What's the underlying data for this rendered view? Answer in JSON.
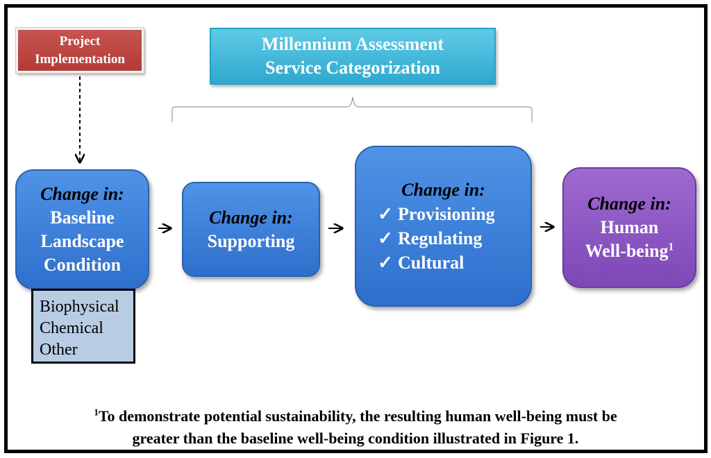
{
  "project": {
    "line1": "Project",
    "line2": "Implementation"
  },
  "ma": {
    "line1": "Millennium Assessment",
    "line2": "Service Categorization"
  },
  "box1": {
    "heading": "Change in:",
    "lines": [
      "Baseline",
      "Landscape",
      "Condition"
    ]
  },
  "box2": {
    "heading": "Change in:",
    "lines": [
      "Supporting"
    ]
  },
  "box3": {
    "heading": "Change in:",
    "check_mark": "✓",
    "items": [
      "Provisioning",
      "Regulating",
      "Cultural"
    ]
  },
  "box4": {
    "heading": "Change in:",
    "lines": [
      "Human",
      "Well-being"
    ],
    "superscript": "1"
  },
  "subbox": {
    "lines": [
      "Biophysical",
      "Chemical",
      "Other"
    ]
  },
  "footnote": {
    "marker": "1",
    "line1": "To demonstrate potential sustainability, the resulting human well-being must be",
    "line2": "greater than the baseline well-being condition illustrated in Figure 1."
  },
  "colors": {
    "project_box": "#b84541",
    "ma_box": "#3db6db",
    "flow_box": "#3a7fd8",
    "wellbeing_box": "#8a55c0",
    "subbox_fill": "#b8cce4"
  }
}
